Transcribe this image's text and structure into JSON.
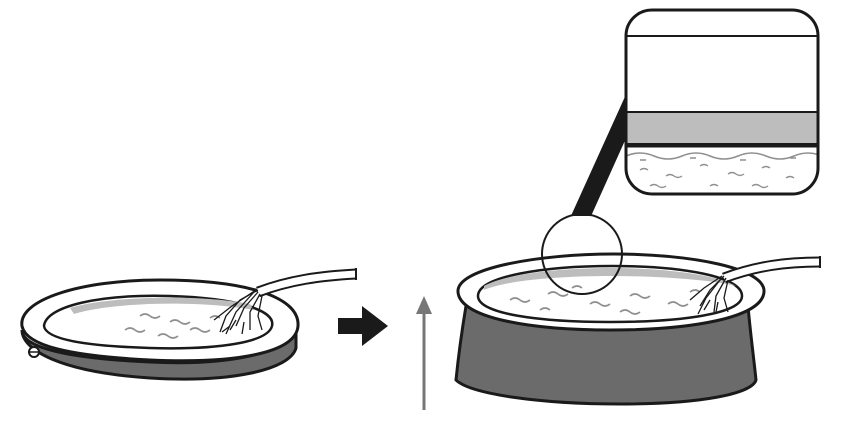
{
  "colors": {
    "outline": "#1a1a1a",
    "pool_wall": "#6b6b6b",
    "rim_fill": "#ffffff",
    "inner_band": "#bdbdbd",
    "water_line": "#8f8f8f",
    "arrow_fill": "#1a1a1a",
    "rise_arrow": "#777777",
    "background": "#ffffff"
  },
  "icons": {
    "step_arrow": "right-arrow-icon",
    "rise_arrow": "up-arrow-icon",
    "hose": "garden-hose-icon",
    "water_jet": "water-splash-icon",
    "magnifier": "magnifier-circle-icon"
  },
  "detail": {
    "bands": [
      "top-ring-white",
      "band-gray",
      "water-surface"
    ]
  }
}
